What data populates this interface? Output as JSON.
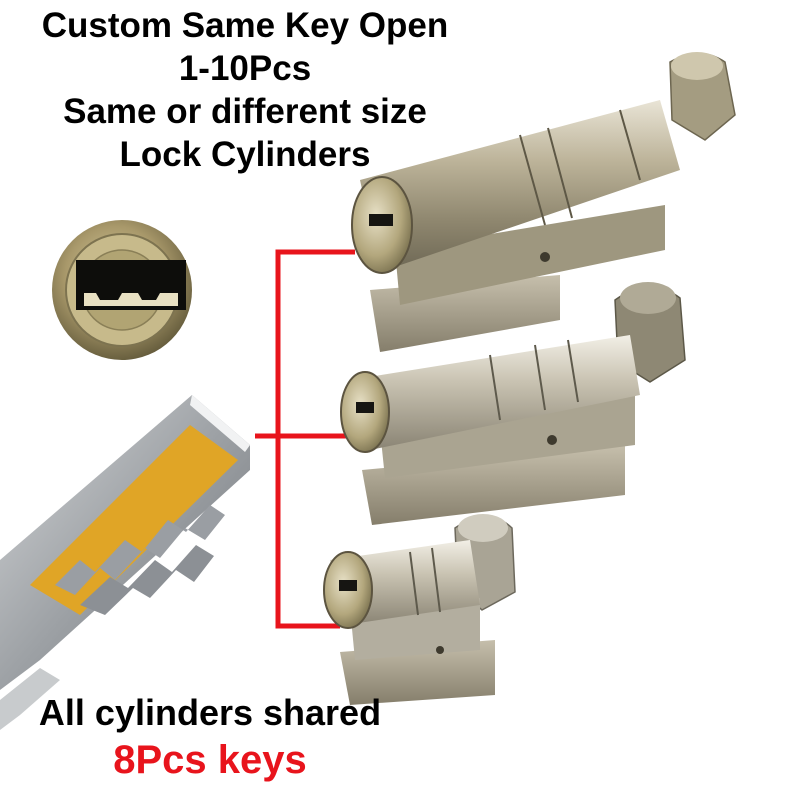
{
  "headline": {
    "line1": "Custom Same Key Open",
    "line2": "1-10Pcs",
    "line3": "Same or different size",
    "line4": "Lock Cylinders"
  },
  "footer": {
    "line1": "All cylinders shared",
    "line2": "8Pcs keys"
  },
  "colors": {
    "accent_red": "#e8141c",
    "text_black": "#000000",
    "brass": "#b7a67a",
    "nickel": "#a9a391",
    "key_gold": "#e0a526"
  },
  "icons": [
    "keyway-closeup",
    "key-blade",
    "lock-cylinder-long",
    "lock-cylinder-medium",
    "lock-cylinder-short",
    "red-bracket-connector"
  ]
}
